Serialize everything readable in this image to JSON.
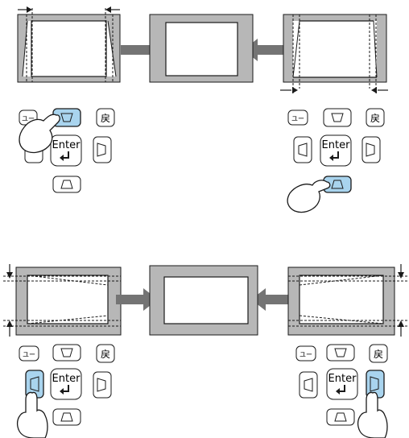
{
  "labels": {
    "enter": "Enter",
    "menu_key": "ユー",
    "return_key": "戻"
  },
  "colors": {
    "frame_gray": "#b7b7b7",
    "arrow_gray": "#747474",
    "highlight_blue": "#a9d4ee",
    "stroke": "#1a1a1a"
  },
  "icons": {
    "keystone_up": "keystone-top-icon",
    "keystone_down": "keystone-bottom-icon",
    "keystone_left": "keystone-left-icon",
    "keystone_right": "keystone-right-icon",
    "enter": "enter-arrow-icon",
    "hand": "pointing-hand-icon"
  }
}
